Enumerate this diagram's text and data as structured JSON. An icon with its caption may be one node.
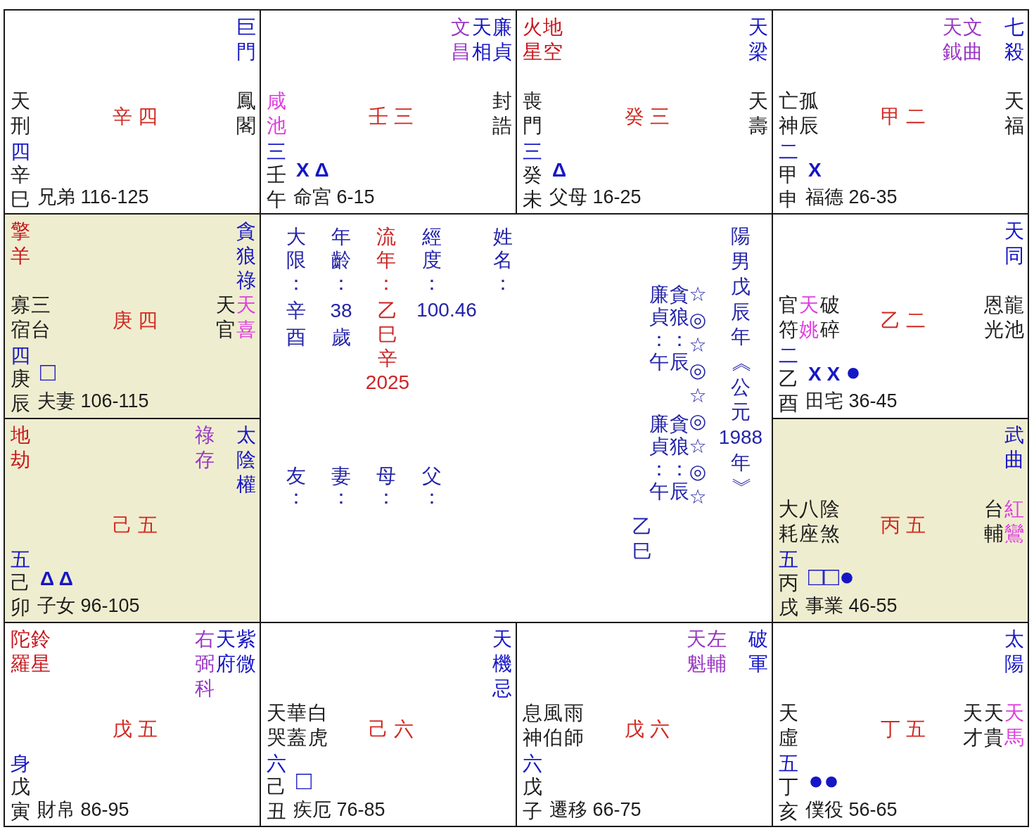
{
  "diagram": {
    "nodes": [
      {
        "text": [
          "巨門",
          "天刑",
          "辛 四",
          "鳳閣",
          "四",
          "辛巳",
          "兄弟 116-125"
        ]
      },
      {
        "text": [
          "文昌",
          "天相",
          "廉貞",
          "咸池",
          "壬 三",
          "封誥",
          "三",
          "壬午",
          "X Δ",
          "命宮 6-15"
        ]
      },
      {
        "text": [
          "火星",
          "地空",
          "天梁",
          "喪門",
          "癸 三",
          "天壽",
          "三",
          "癸未",
          "Δ",
          "父母 16-25"
        ]
      },
      {
        "text": [
          "天鉞",
          "文曲",
          "七殺",
          "亡神",
          "孤辰",
          "甲 二",
          "天福",
          "二",
          "甲申",
          "X",
          "福德 26-35"
        ]
      },
      {
        "text": [
          "擎羊",
          "貪狼祿",
          "寡宿",
          "三台",
          "庚 四",
          "天官",
          "天喜",
          "四",
          "庚辰",
          "□",
          "夫妻 106-115"
        ]
      },
      {
        "text": [
          "大限：",
          "辛酉",
          "年齡：",
          "38歲",
          "流年：",
          "乙巳辛2025",
          "經度：",
          "100.46",
          "姓名：",
          "友：",
          "妻：",
          "母：",
          "父：",
          "廉貞：午",
          "貪狼：辰",
          "廉貞：午",
          "貪狼：辰",
          "☆◎☆◎☆◎☆◎☆",
          "乙巳",
          "陽男戊辰年《公元1988年》"
        ]
      },
      {
        "text": [
          "天同",
          "官符",
          "天姚",
          "破碎",
          "乙 二",
          "恩光",
          "龍池",
          "二",
          "乙酉",
          "X X ●",
          "田宅 36-45"
        ]
      },
      {
        "text": [
          "地劫",
          "祿存",
          "太陰權",
          "己 五",
          "五",
          "己卯",
          "Δ Δ",
          "子女 96-105"
        ]
      },
      {
        "text": [
          "武曲",
          "大耗",
          "八座",
          "陰煞",
          "丙 五",
          "台輔",
          "紅鸞",
          "五",
          "丙戌",
          "□□●",
          "事業 46-55"
        ]
      },
      {
        "text": [
          "陀羅",
          "鈴星",
          "右弼科",
          "天府",
          "紫微",
          "戊 五",
          "身",
          "戊寅",
          "財帛 86-95"
        ]
      },
      {
        "text": [
          "天機忌",
          "天哭",
          "華蓋",
          "白虎",
          "己 六",
          "六",
          "己丑",
          "□",
          "疾厄 76-85"
        ]
      },
      {
        "text": [
          "天魁",
          "左輔",
          "破軍",
          "息神",
          "風伯",
          "雨師",
          "戊 六",
          "六",
          "戊子",
          "遷移 66-75"
        ]
      },
      {
        "text": [
          "太陽",
          "天虛",
          "丁 五",
          "天才",
          "天貴",
          "天馬",
          "五",
          "丁亥",
          "●●",
          "僕役 56-65"
        ]
      }
    ]
  }
}
